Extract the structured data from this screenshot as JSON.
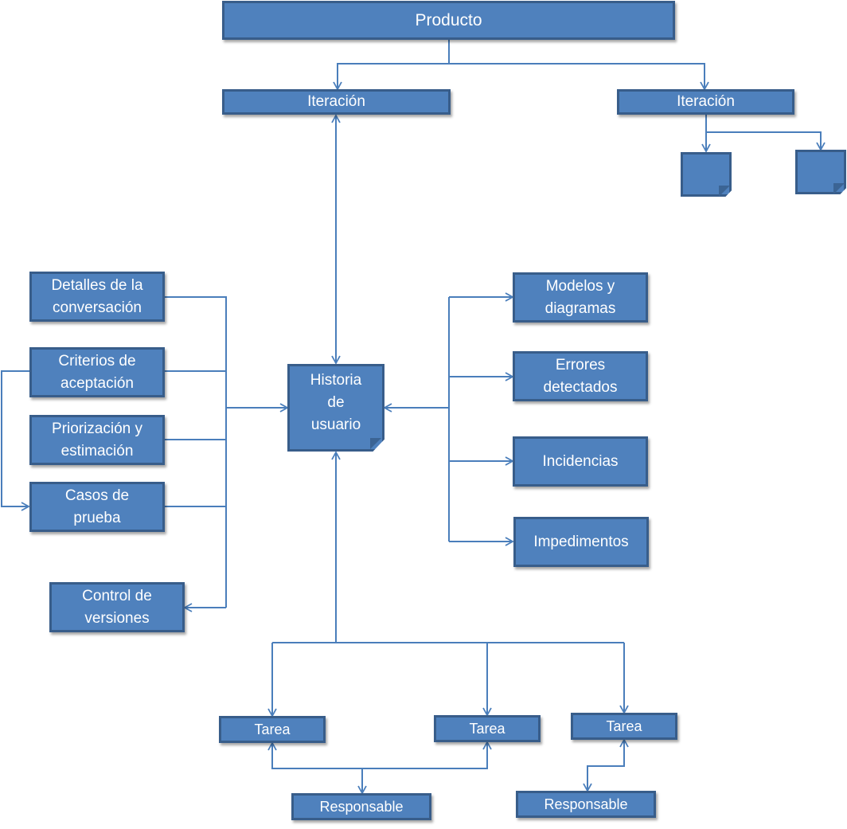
{
  "diagram": {
    "product": "Producto",
    "iteration_1": "Iteración",
    "iteration_2": "Iteración",
    "user_story": "Historia\nde\nusuario",
    "conversation_details": "Detalles de la\nconversación",
    "acceptance_criteria": "Criterios de\naceptación",
    "prioritization": "Priorización y\nestimación",
    "test_cases": "Casos de\nprueba",
    "version_control": "Control de\nversiones",
    "models": "Modelos y\ndiagramas",
    "errors": "Errores\ndetectados",
    "incidents": "Incidencias",
    "impediments": "Impedimentos",
    "task_1": "Tarea",
    "task_2": "Tarea",
    "task_3": "Tarea",
    "responsible_1": "Responsable",
    "responsible_2": "Responsable"
  },
  "colors": {
    "box_fill": "#4f81bd",
    "box_border": "#385d8a",
    "connector": "#4a7ebb",
    "text": "#ffffff"
  }
}
